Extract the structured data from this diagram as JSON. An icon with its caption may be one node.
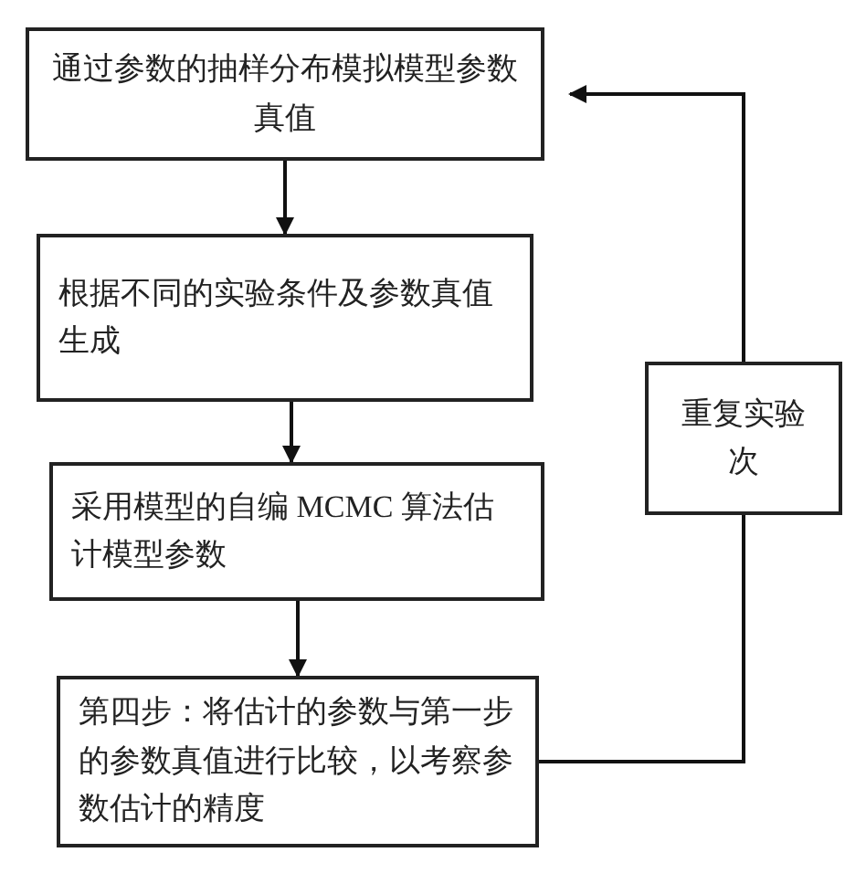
{
  "diagram": {
    "nodes": [
      {
        "text": [
          "通过参数的抽样分布模拟模型参数真值"
        ]
      },
      {
        "text": [
          "根据不同的实验条件及参数真值生成"
        ]
      },
      {
        "text": [
          "采用模型的自编 MCMC 算法估计模型参数"
        ]
      },
      {
        "text": [
          "第四步：将估计的参数与第一步的参数真值进行比较，以考察参数估计的精度"
        ]
      },
      {
        "text": [
          "重复实验次"
        ]
      }
    ],
    "edges": [
      {
        "from": 0,
        "to": 1,
        "arrow": "to"
      },
      {
        "from": 1,
        "to": 2,
        "arrow": "to"
      },
      {
        "from": 2,
        "to": 3,
        "arrow": "to"
      },
      {
        "from": 3,
        "to": 4,
        "arrow": "none"
      },
      {
        "from": 4,
        "to": 0,
        "arrow": "to"
      }
    ]
  }
}
